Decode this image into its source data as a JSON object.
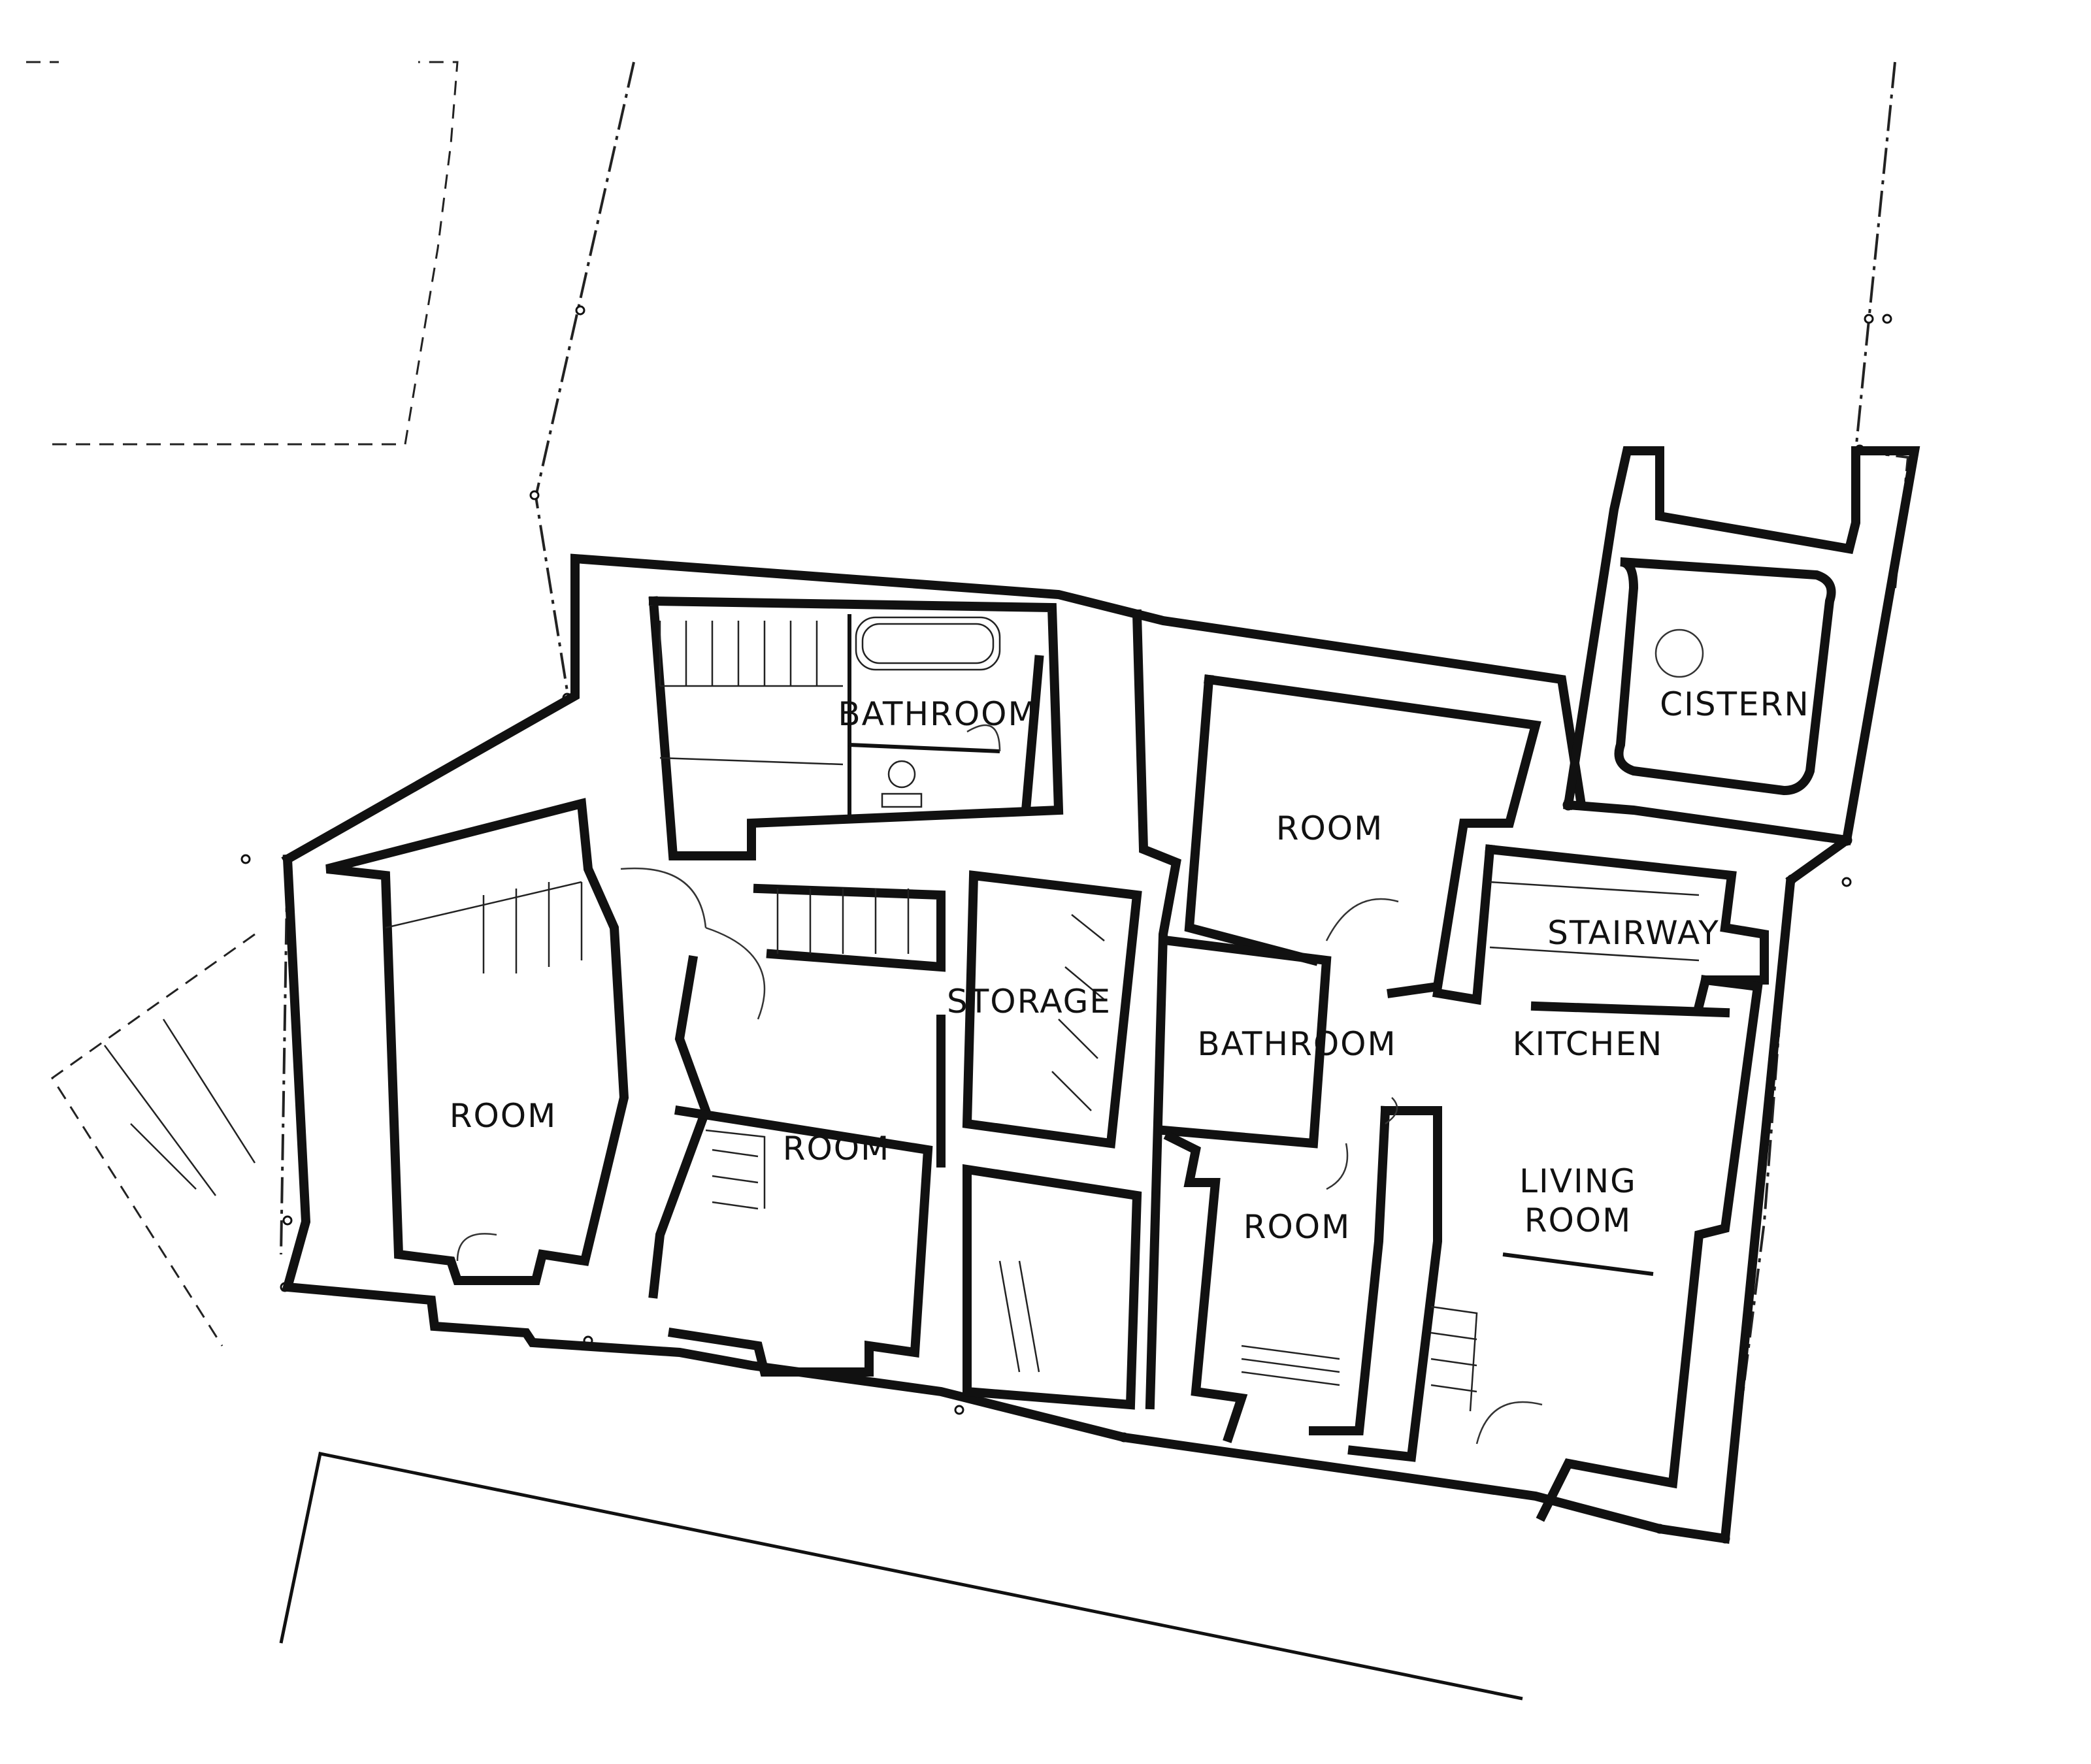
{
  "plan": {
    "room_labels": {
      "room_west": "ROOM",
      "bathroom_north": "BATHROOM",
      "room_southwest": "ROOM",
      "storage": "STORAGE",
      "room_north": "ROOM",
      "bathroom_center": "BATHROOM",
      "room_south": "ROOM",
      "cistern": "CISTERN",
      "stairway": "STAIRWAY",
      "kitchen": "KITCHEN",
      "living_room_line1": "LIVING",
      "living_room_line2": "ROOM"
    }
  }
}
